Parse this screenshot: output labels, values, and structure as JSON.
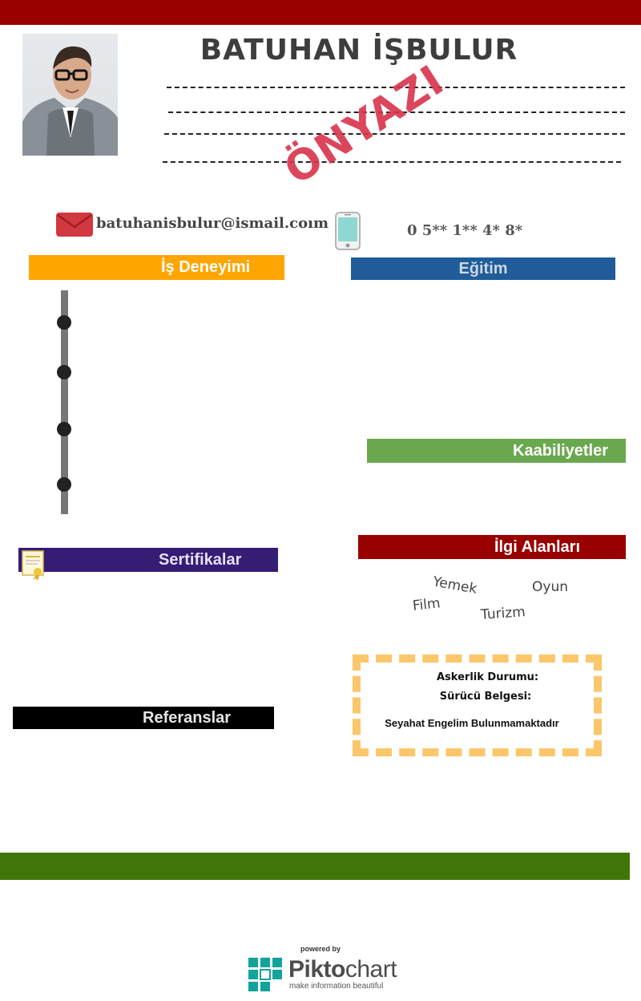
{
  "header": {
    "name": "BATUHAN İŞBULUR",
    "stamp": "ÖNYAZI"
  },
  "contact": {
    "email": "batuhanisbulur@ismail.coım",
    "phone": "0 5** 1** 4* 8*"
  },
  "sections": {
    "experience": "İş Deneyimi",
    "education": "Eğitim",
    "skills": "Kaabiliyetler",
    "interests": "İlgi Alanları",
    "certificates": "Sertifikalar",
    "references": "Referanslar"
  },
  "interests_list": [
    "Yemek",
    "Oyun",
    "Film",
    "Turizm"
  ],
  "info_box": {
    "military": "Askerlik Durumu:",
    "license": "Sürücü Belgesi:",
    "travel": "Seyahat Engelim Bulunmamaktadır"
  },
  "footer": {
    "powered_by": "powered by",
    "brand_a": "Pikto",
    "brand_b": "chart",
    "tagline": "make information beautiful"
  },
  "colors": {
    "top_bar": "#990000",
    "bottom_bar": "#407607",
    "experience": "#ffa500",
    "education": "#1f5c99",
    "skills": "#6aa84f",
    "interests": "#990000",
    "certificates": "#351c75",
    "references": "#000000",
    "stamp": "#d9334b",
    "info_box_border": "#fbc76a"
  },
  "icons": {
    "photo": "profile-photo",
    "email": "envelope-icon",
    "phone": "smartphone-icon",
    "certificate": "certificate-icon",
    "brand": "piktochart-logo-icon"
  }
}
